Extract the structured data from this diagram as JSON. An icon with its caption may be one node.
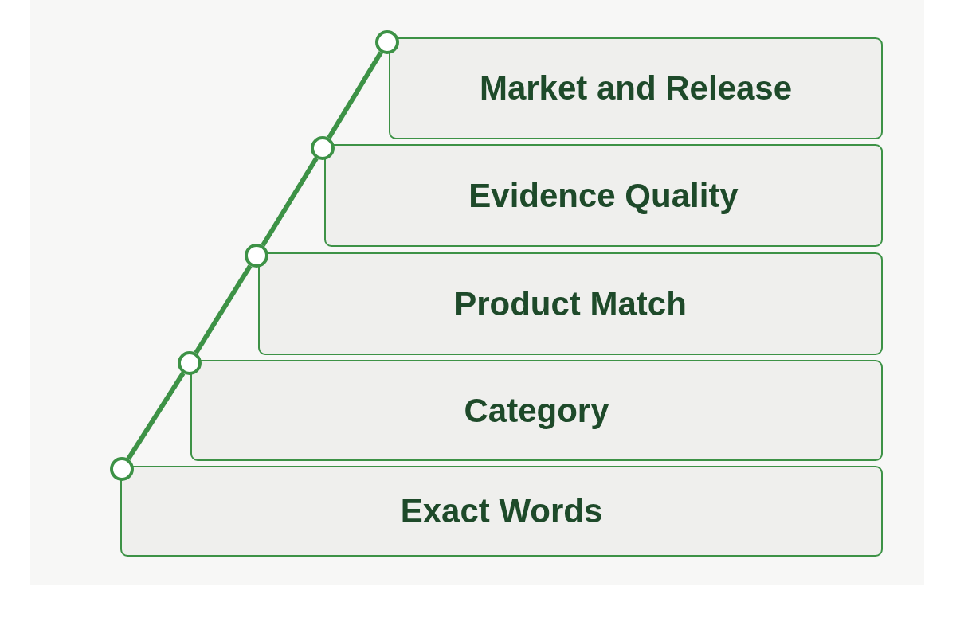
{
  "diagram": {
    "nodes": [
      {
        "text": [
          "Market and Release"
        ]
      },
      {
        "text": [
          "Evidence Quality"
        ]
      },
      {
        "text": [
          "Product Match"
        ]
      },
      {
        "text": [
          "Category"
        ]
      },
      {
        "text": [
          "Exact Words"
        ]
      },
      {
        "text": [],
        "shape": "circle"
      },
      {
        "text": [],
        "shape": "circle"
      },
      {
        "text": [],
        "shape": "circle"
      },
      {
        "text": [],
        "shape": "circle"
      },
      {
        "text": [],
        "shape": "circle"
      }
    ],
    "edges": [
      {
        "from": 9,
        "to": 8,
        "arrow": "none"
      },
      {
        "from": 8,
        "to": 7,
        "arrow": "none"
      },
      {
        "from": 7,
        "to": 6,
        "arrow": "none"
      },
      {
        "from": 6,
        "to": 5,
        "arrow": "none"
      }
    ]
  }
}
